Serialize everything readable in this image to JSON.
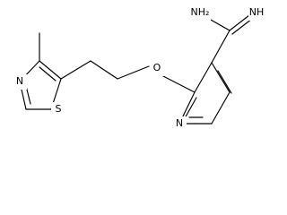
{
  "molecule": {
    "atoms": {
      "nh2": "NH₂",
      "nh": "NH",
      "o": "O",
      "n_pyridine": "N",
      "n_thiazole": "N",
      "s_thiazole": "S"
    }
  }
}
